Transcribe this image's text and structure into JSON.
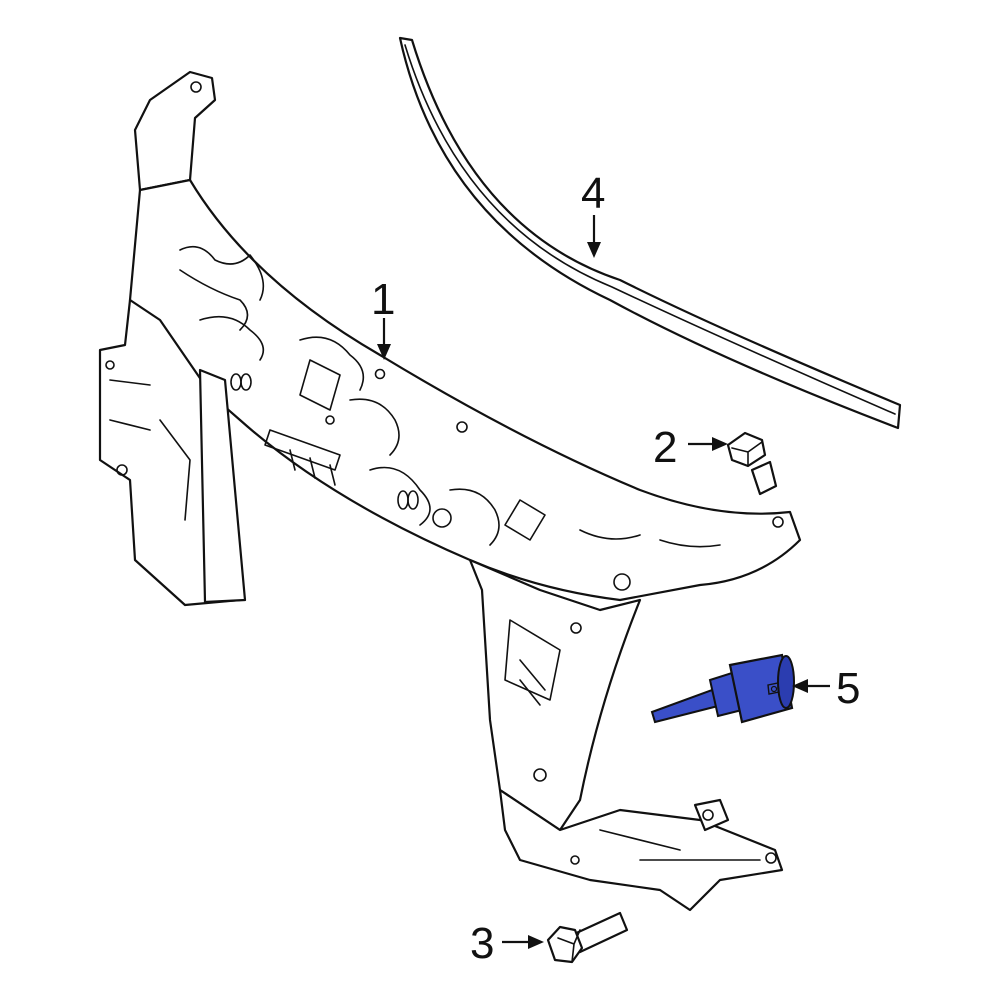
{
  "callouts": {
    "c1": "1",
    "c2": "2",
    "c3": "3",
    "c4": "4",
    "c5": "5"
  },
  "colors": {
    "line": "#111111",
    "background": "#ffffff",
    "highlight": "#3a4fc8",
    "highlight_dark": "#1f2f99"
  },
  "highlighted_part": "5"
}
